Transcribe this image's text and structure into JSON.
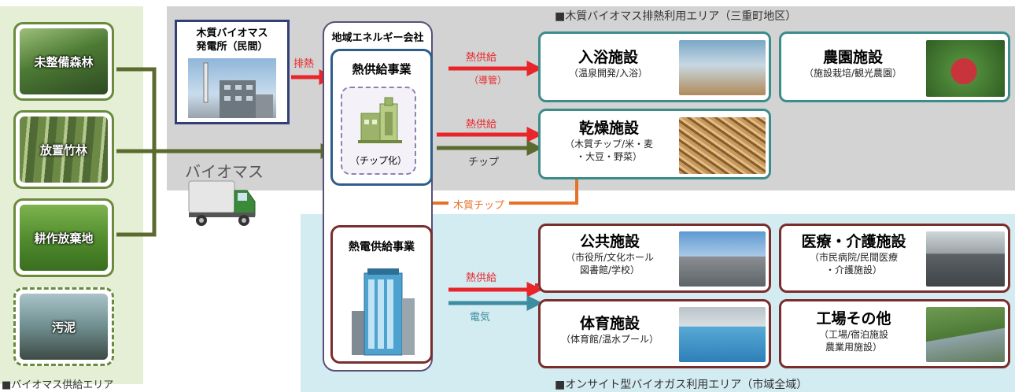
{
  "areas": {
    "supply": "■バイオマス供給エリア",
    "waste_heat": "■木質バイオマス排熱利用エリア（三重町地区）",
    "onsite": "■オンサイト型バイオガス利用エリア（市域全域）"
  },
  "sources": [
    "未整備森林",
    "放置竹林",
    "耕作放棄地",
    "汚泥"
  ],
  "biomass_label": "バイオマス",
  "power_plant": {
    "line1": "木質バイオマス",
    "line2": "発電所（民間）"
  },
  "company": {
    "title": "地域エネルギー会社",
    "heat_supply": "熱供給事業",
    "chipping": "（チップ化）",
    "chp": "熱電供給事業"
  },
  "flows": {
    "exhaust_heat": "排熱",
    "heat_supply_pipe": "熱供給",
    "pipe": "（導管）",
    "heat_supply_dry": "熱供給",
    "chip": "チップ",
    "wood_chip": "木質チップ",
    "heat_supply_chp": "熱供給",
    "electricity": "電気"
  },
  "facilities": {
    "bath": {
      "name": "入浴施設",
      "sub": "（温泉開発/入浴）"
    },
    "farm": {
      "name": "農園施設",
      "sub": "（施設栽培/観光農園）"
    },
    "dry": {
      "name": "乾燥施設",
      "sub1": "（木質チップ/米・麦",
      "sub2": "・大豆・野菜）"
    },
    "public": {
      "name": "公共施設",
      "sub1": "（市役所/文化ホール",
      "sub2": "図書館/学校）"
    },
    "medical": {
      "name": "医療・介護施設",
      "sub1": "（市民病院/民間医療",
      "sub2": "・介護施設）"
    },
    "sports": {
      "name": "体育施設",
      "sub": "（体育館/温水プール）"
    },
    "factory": {
      "name": "工場その他",
      "sub1": "（工場/宿泊施設",
      "sub2": "農業用施設）"
    }
  },
  "colors": {
    "heat": "#e8262a",
    "chip": "#5b6b2e",
    "electricity": "#3d8ca0",
    "wood_chip": "#e8712a",
    "supply_zone": "#e4efd6",
    "heat_zone": "#d3d3d3",
    "biogas_zone": "#d3ecf2"
  }
}
